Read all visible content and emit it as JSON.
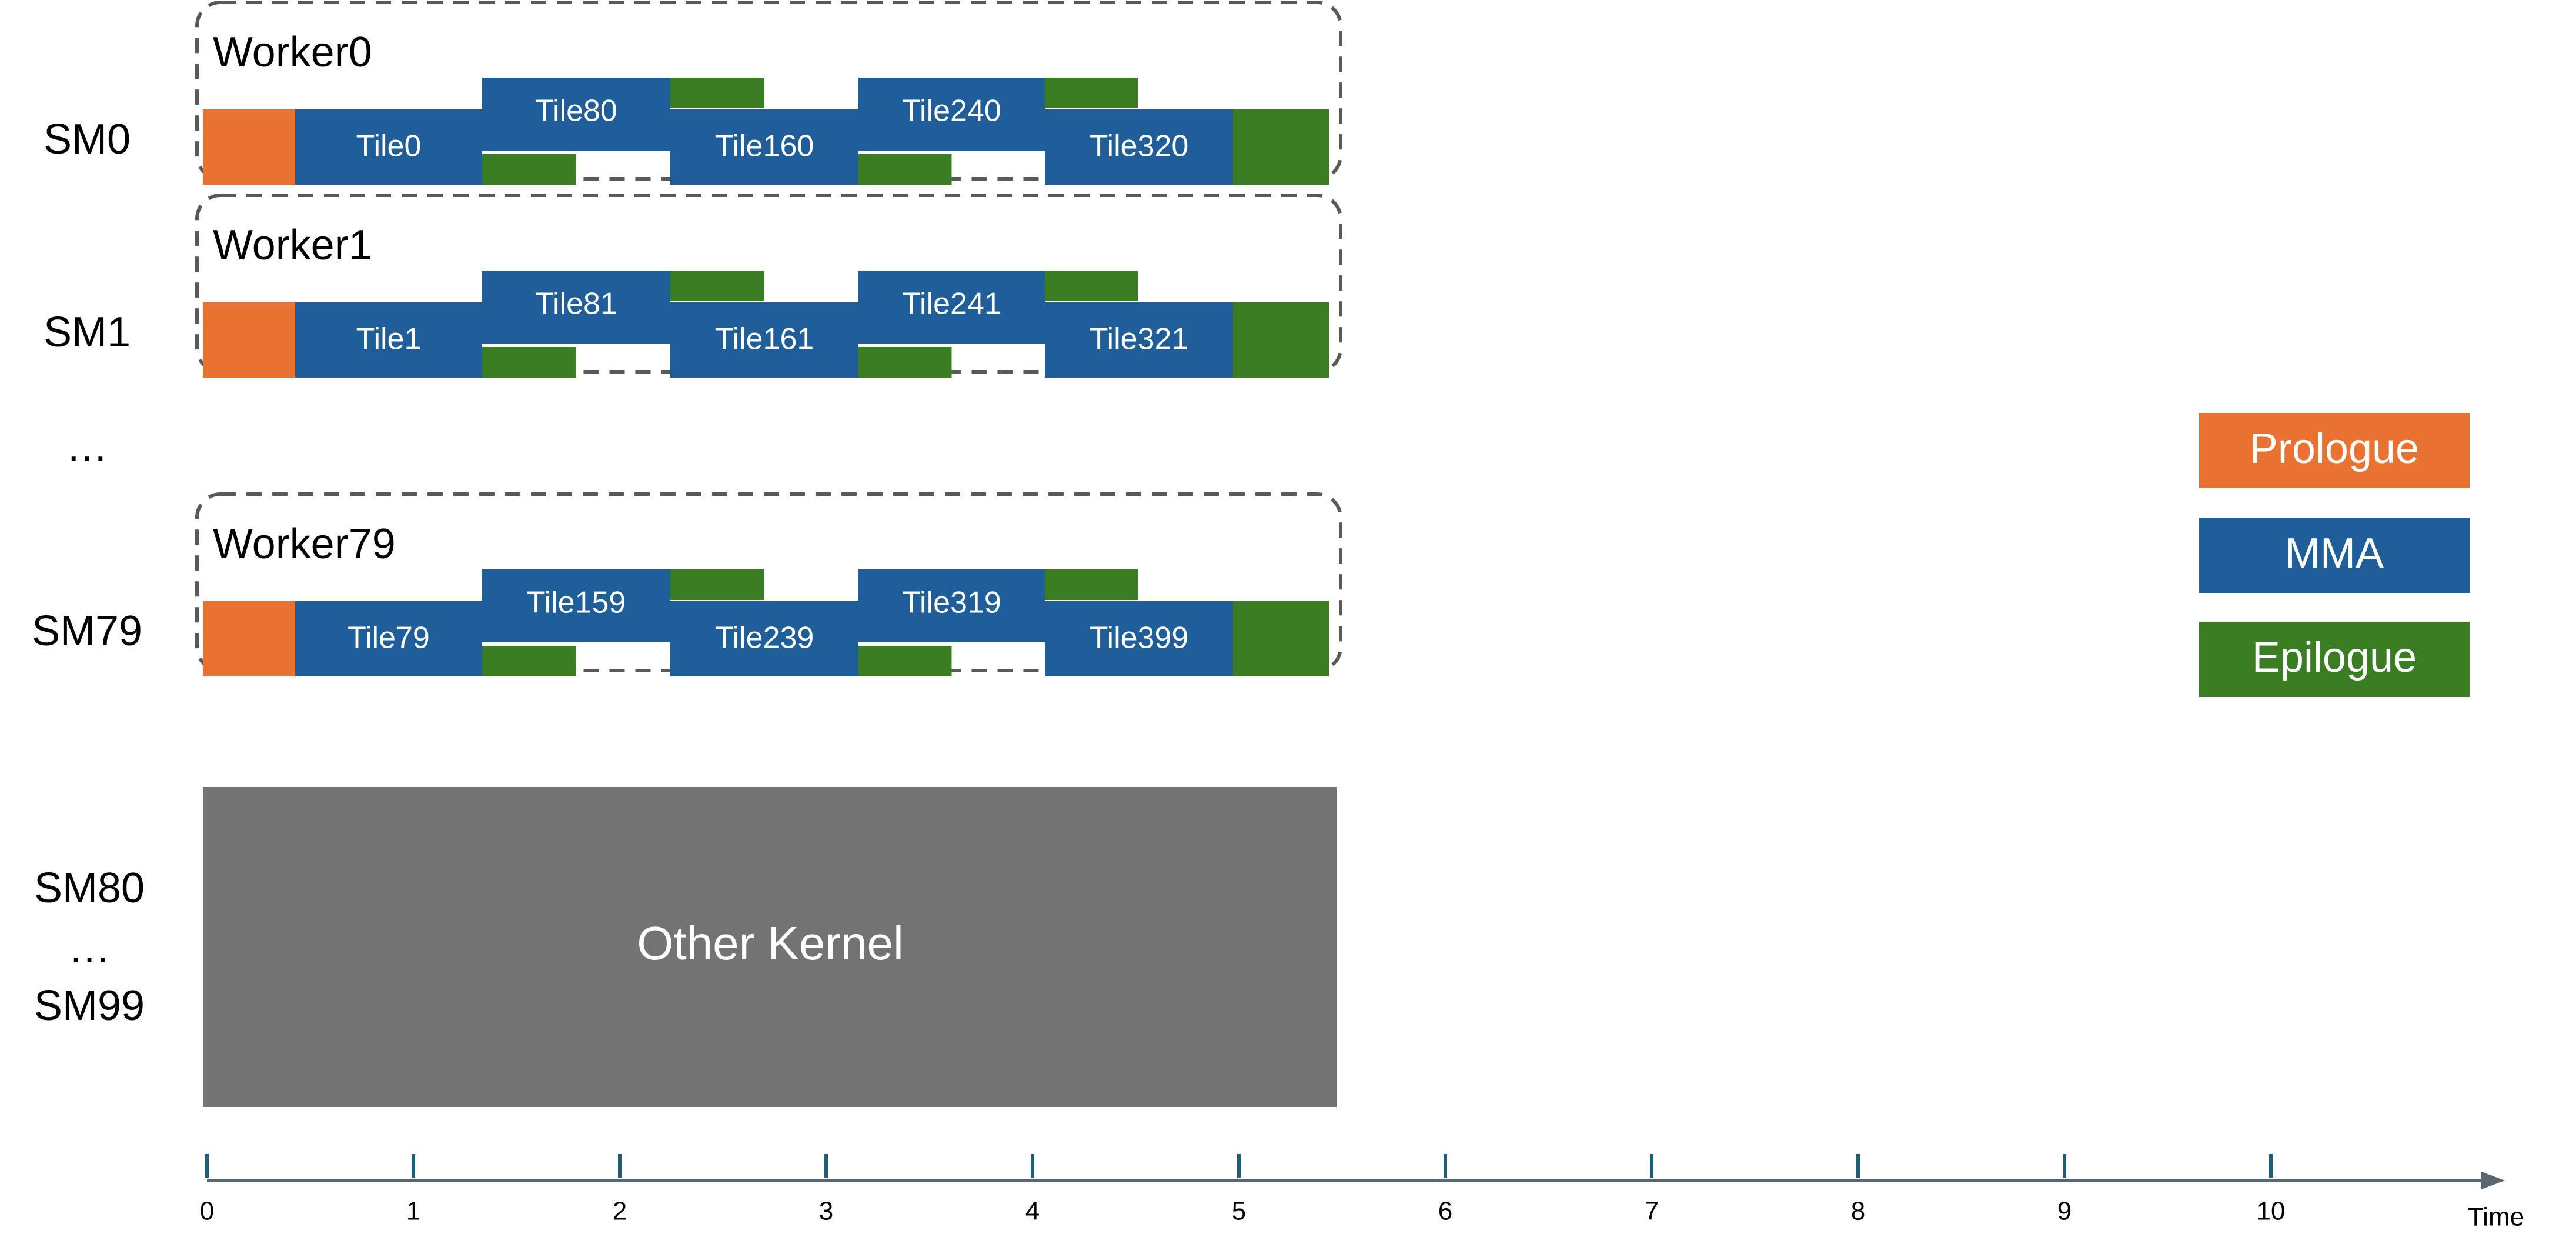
{
  "colors": {
    "prologue": "#e97132",
    "mma": "#1f5e99",
    "epilogue": "#3a7d22",
    "other_kernel": "#737373",
    "dashed_border": "#595959",
    "axis": "#5a6670",
    "tick": "#1f5e79",
    "text_dark": "#000000",
    "text_light": "#ffffff"
  },
  "rows": [
    {
      "sm_label": "SM0",
      "worker_label": "Worker0",
      "tiles_low": [
        "Tile0",
        "Tile160",
        "Tile320"
      ],
      "tiles_high": [
        "Tile80",
        "Tile240"
      ]
    },
    {
      "sm_label": "SM1",
      "worker_label": "Worker1",
      "tiles_low": [
        "Tile1",
        "Tile161",
        "Tile321"
      ],
      "tiles_high": [
        "Tile81",
        "Tile241"
      ]
    },
    {
      "sm_label": "SM79",
      "worker_label": "Worker79",
      "tiles_low": [
        "Tile79",
        "Tile239",
        "Tile399"
      ],
      "tiles_high": [
        "Tile159",
        "Tile319"
      ]
    }
  ],
  "ellipsis": "…",
  "other_kernel": {
    "label": "Other Kernel",
    "sm_labels": [
      "SM80",
      "…",
      "SM99"
    ]
  },
  "legend": [
    {
      "label": "Prologue",
      "color_key": "prologue"
    },
    {
      "label": "MMA",
      "color_key": "mma"
    },
    {
      "label": "Epilogue",
      "color_key": "epilogue"
    }
  ],
  "axis": {
    "label": "Time",
    "ticks": [
      "0",
      "1",
      "2",
      "3",
      "4",
      "5",
      "6",
      "7",
      "8",
      "9",
      "10"
    ]
  }
}
